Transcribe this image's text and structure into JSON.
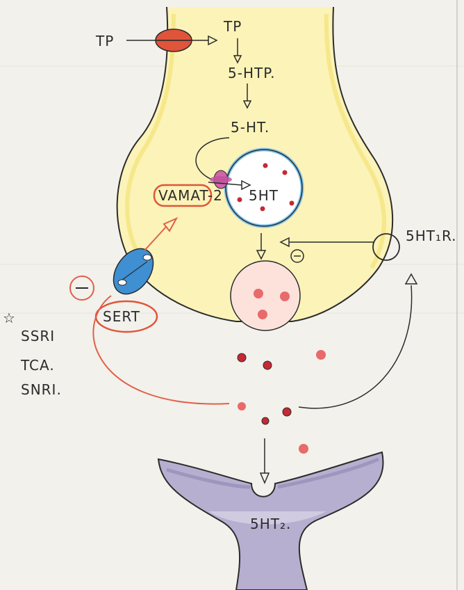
{
  "labels": {
    "tp_outside": "TP",
    "tp_inside": "TP",
    "five_htp": "5-HTP.",
    "five_ht": "5-HT.",
    "vesicle_label": "5HT",
    "vmat": "VAMAT-2",
    "receptor_auto": "5HT₁R.",
    "sert": "SERT",
    "inhibit_vesicle": "⊖",
    "inhibit_sert": "−",
    "postsynaptic_receptor": "5HT₂."
  },
  "drug_list": [
    "SSRI",
    "TCA.",
    "SNRI."
  ],
  "colors": {
    "ink": "#2b2b2b",
    "neuron_fill": "#fbf3b8",
    "neuron_edge": "#f3e06a",
    "transporter_red": "#e0553a",
    "sert_blue": "#3f8fd3",
    "vesicle_ring": "#7ec3ea",
    "vmat_pink": "#d066a6",
    "dot_red": "#c42a33",
    "postsyn_purple": "#b7afd0",
    "arrow_red": "#e0604a"
  }
}
